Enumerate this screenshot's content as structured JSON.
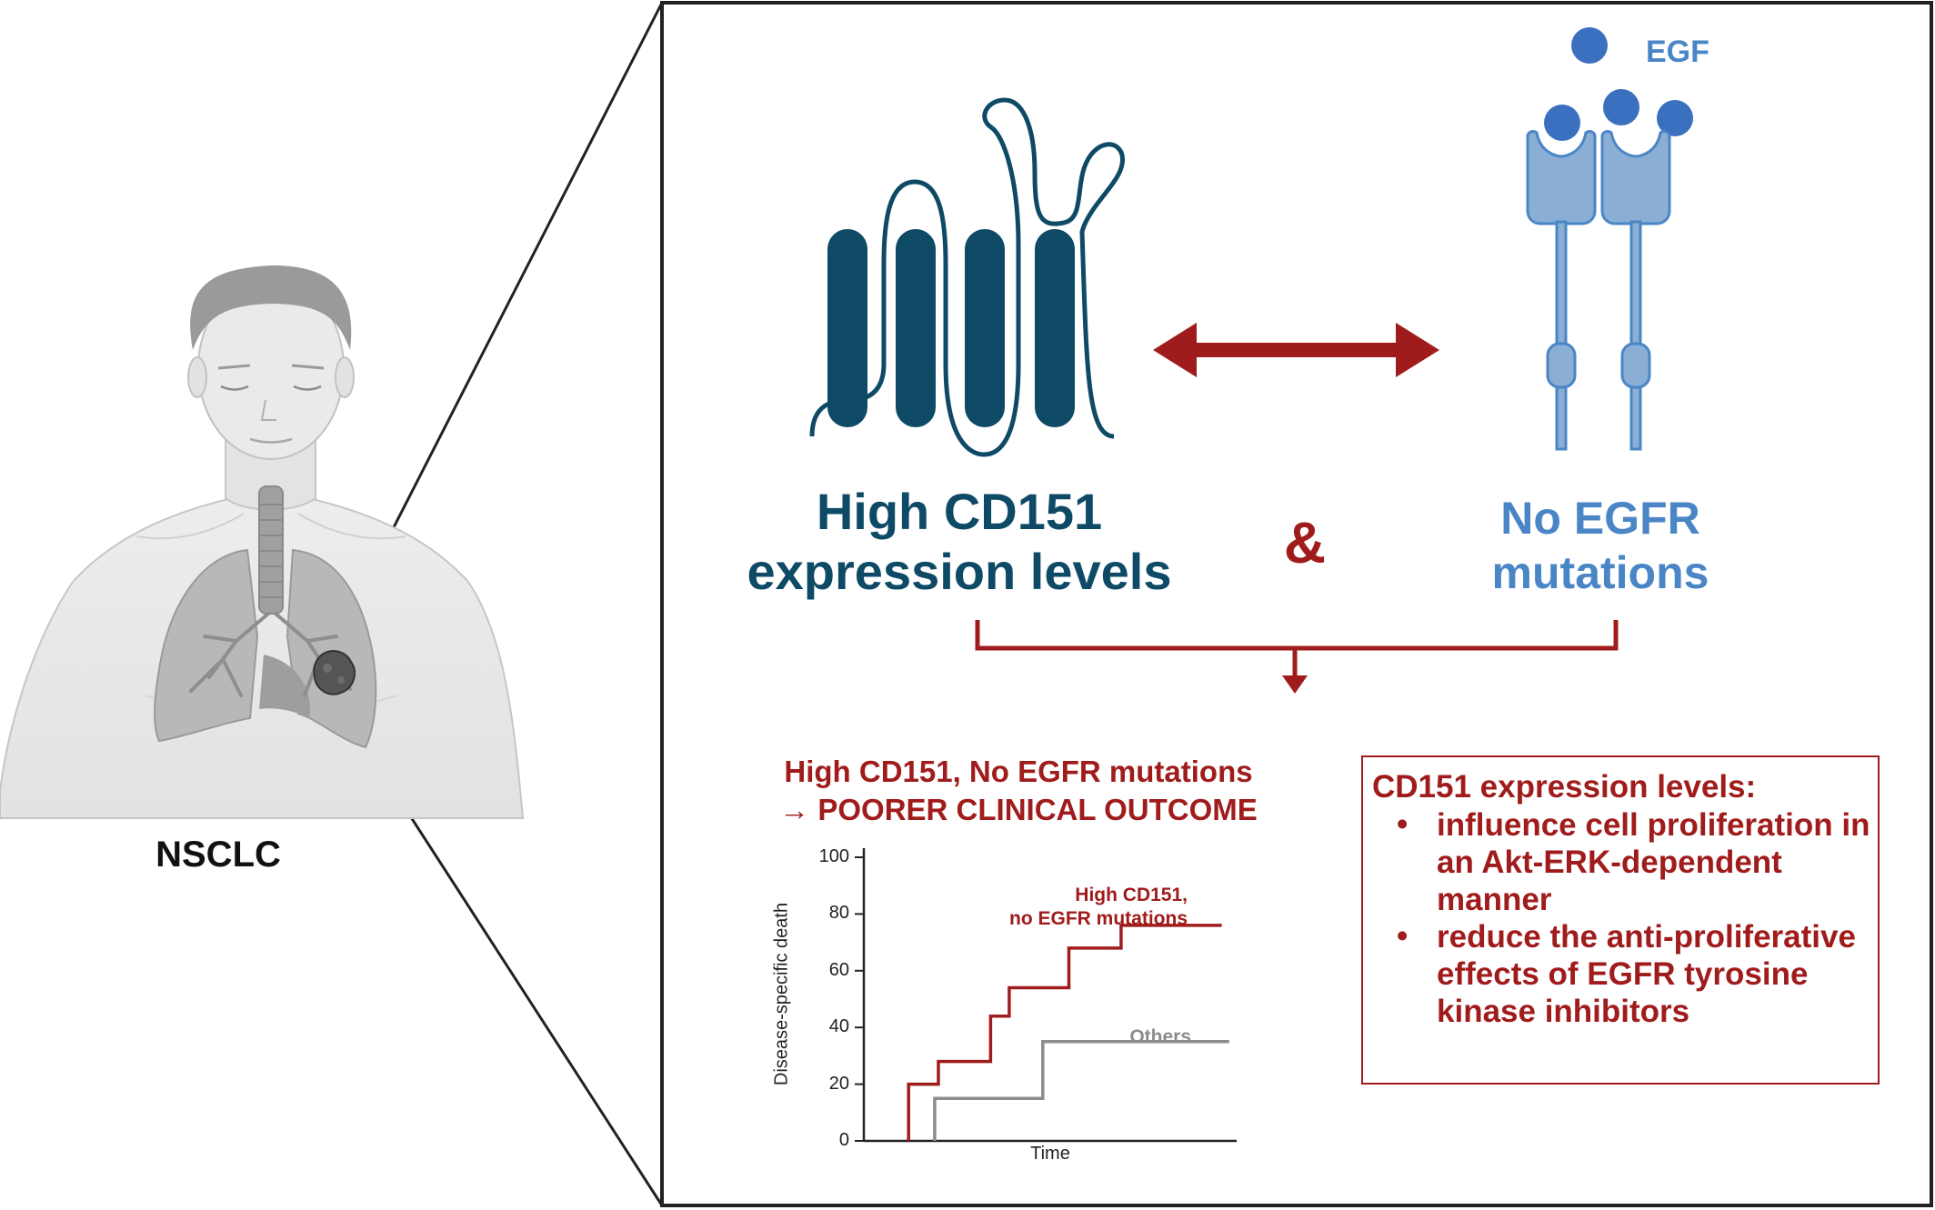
{
  "labels": {
    "nsclc": "NSCLC",
    "egf": "EGF",
    "cd151_line1": "High CD151",
    "cd151_line2": "expression levels",
    "ampersand": "&",
    "egfr_line1": "No EGFR",
    "egfr_line2": "mutations",
    "outcome_line1": "High CD151, No EGFR mutations",
    "outcome_line2": "→ POORER CLINICAL OUTCOME"
  },
  "info_box": {
    "title": "CD151 expression levels:",
    "bullets": [
      "influence cell proliferation in an Akt-ERK-dependent manner",
      "reduce the anti-proliferative effects of EGFR tyrosine kinase inhibitors"
    ]
  },
  "colors": {
    "dark_red": "#a01c1c",
    "cd151_teal": "#0e4a66",
    "egfr_blue": "#4a86c6",
    "egfr_fill": "#8aaed4",
    "egf_dot": "#3a70bf",
    "others_gray": "#8c8c8c"
  },
  "icons": [
    "human-torso-icon",
    "lung-icon",
    "tumor-icon",
    "cd151-tetraspanin-icon",
    "egfr-receptor-icon",
    "egf-ligand-icon",
    "double-arrow-icon",
    "down-arrow-icon"
  ],
  "chart_data": {
    "type": "line",
    "xlabel": "Time",
    "ylabel": "Disease-specific death",
    "ylim": [
      0,
      100
    ],
    "yticks": [
      0,
      20,
      40,
      60,
      80,
      100
    ],
    "xlim": [
      0,
      10
    ],
    "series": [
      {
        "name": "High CD151, no EGFR mutations",
        "label_lines": [
          "High CD151,",
          "no EGFR mutations"
        ],
        "color": "#a01c1c",
        "points": [
          [
            1.2,
            0
          ],
          [
            1.2,
            20
          ],
          [
            2.0,
            20
          ],
          [
            2.0,
            28
          ],
          [
            3.4,
            28
          ],
          [
            3.4,
            44
          ],
          [
            3.9,
            44
          ],
          [
            3.9,
            54
          ],
          [
            5.5,
            54
          ],
          [
            5.5,
            68
          ],
          [
            6.9,
            68
          ],
          [
            6.9,
            76
          ],
          [
            9.6,
            76
          ]
        ]
      },
      {
        "name": "Others",
        "label_lines": [
          "Others"
        ],
        "color": "#8c8c8c",
        "points": [
          [
            1.9,
            0
          ],
          [
            1.9,
            15
          ],
          [
            4.8,
            15
          ],
          [
            4.8,
            35
          ],
          [
            9.8,
            35
          ]
        ]
      }
    ]
  }
}
